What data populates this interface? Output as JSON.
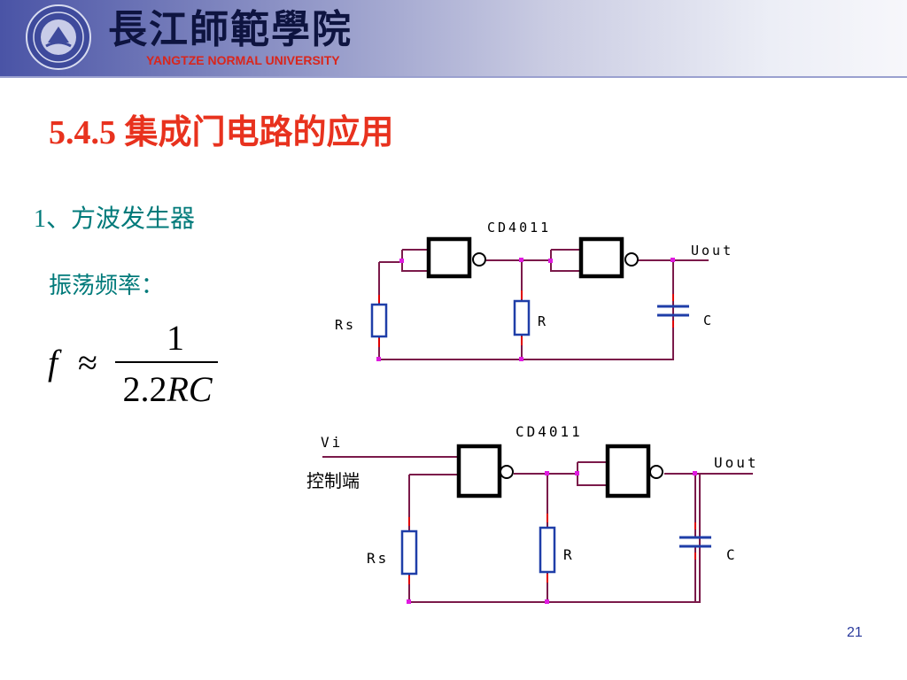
{
  "header": {
    "university_en": "YANGTZE NORMAL UNIVERSITY",
    "university_cn": "長江師範學院"
  },
  "title": "5.4.5 集成门电路的应用",
  "subtitle": "1、方波发生器",
  "frequency_label": "振荡频率：",
  "formula": {
    "lhs": "f",
    "op": "≈",
    "numerator": "1",
    "denominator_num": "2.2",
    "denominator_var": "RC"
  },
  "circuit1": {
    "chip": "CD4011",
    "rs": "Rs",
    "r": "R",
    "c": "C",
    "out": "Uout"
  },
  "circuit2": {
    "chip": "CD4011",
    "vi": "Vi",
    "control": "控制端",
    "rs": "Rs",
    "r": "R",
    "c": "C",
    "out": "Uout"
  },
  "colors": {
    "title": "#e8321e",
    "teal": "#007a7a",
    "wire": "#7b1a4a",
    "resistor": "#1f3ea8",
    "node": "#e01ae0",
    "tick": "#e00000"
  },
  "page_number": "21"
}
